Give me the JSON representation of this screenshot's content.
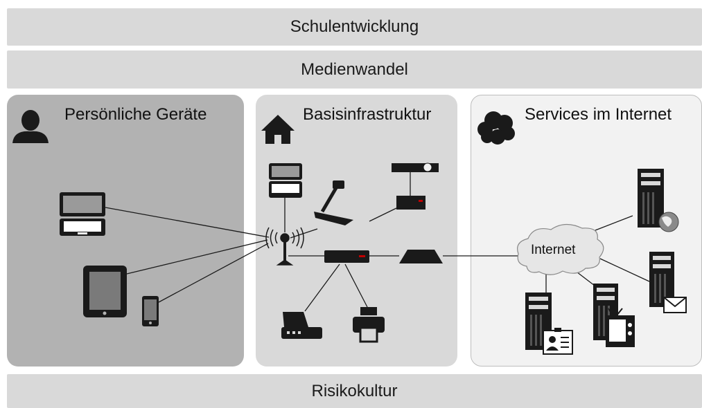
{
  "bands": {
    "top1": "Schulentwicklung",
    "top2": "Medienwandel",
    "bottom": "Risikokultur"
  },
  "panels": {
    "personal": {
      "title": "Persönliche Geräte",
      "icon": "person-icon",
      "color": "#b2b2b2"
    },
    "infra": {
      "title": "Basisinfrastruktur",
      "icon": "house-icon",
      "color": "#d9d9d9"
    },
    "services": {
      "title": "Services im Internet",
      "icon": "cloud-icon",
      "color": "#f2f2f2"
    }
  },
  "internet_label": "Internet"
}
